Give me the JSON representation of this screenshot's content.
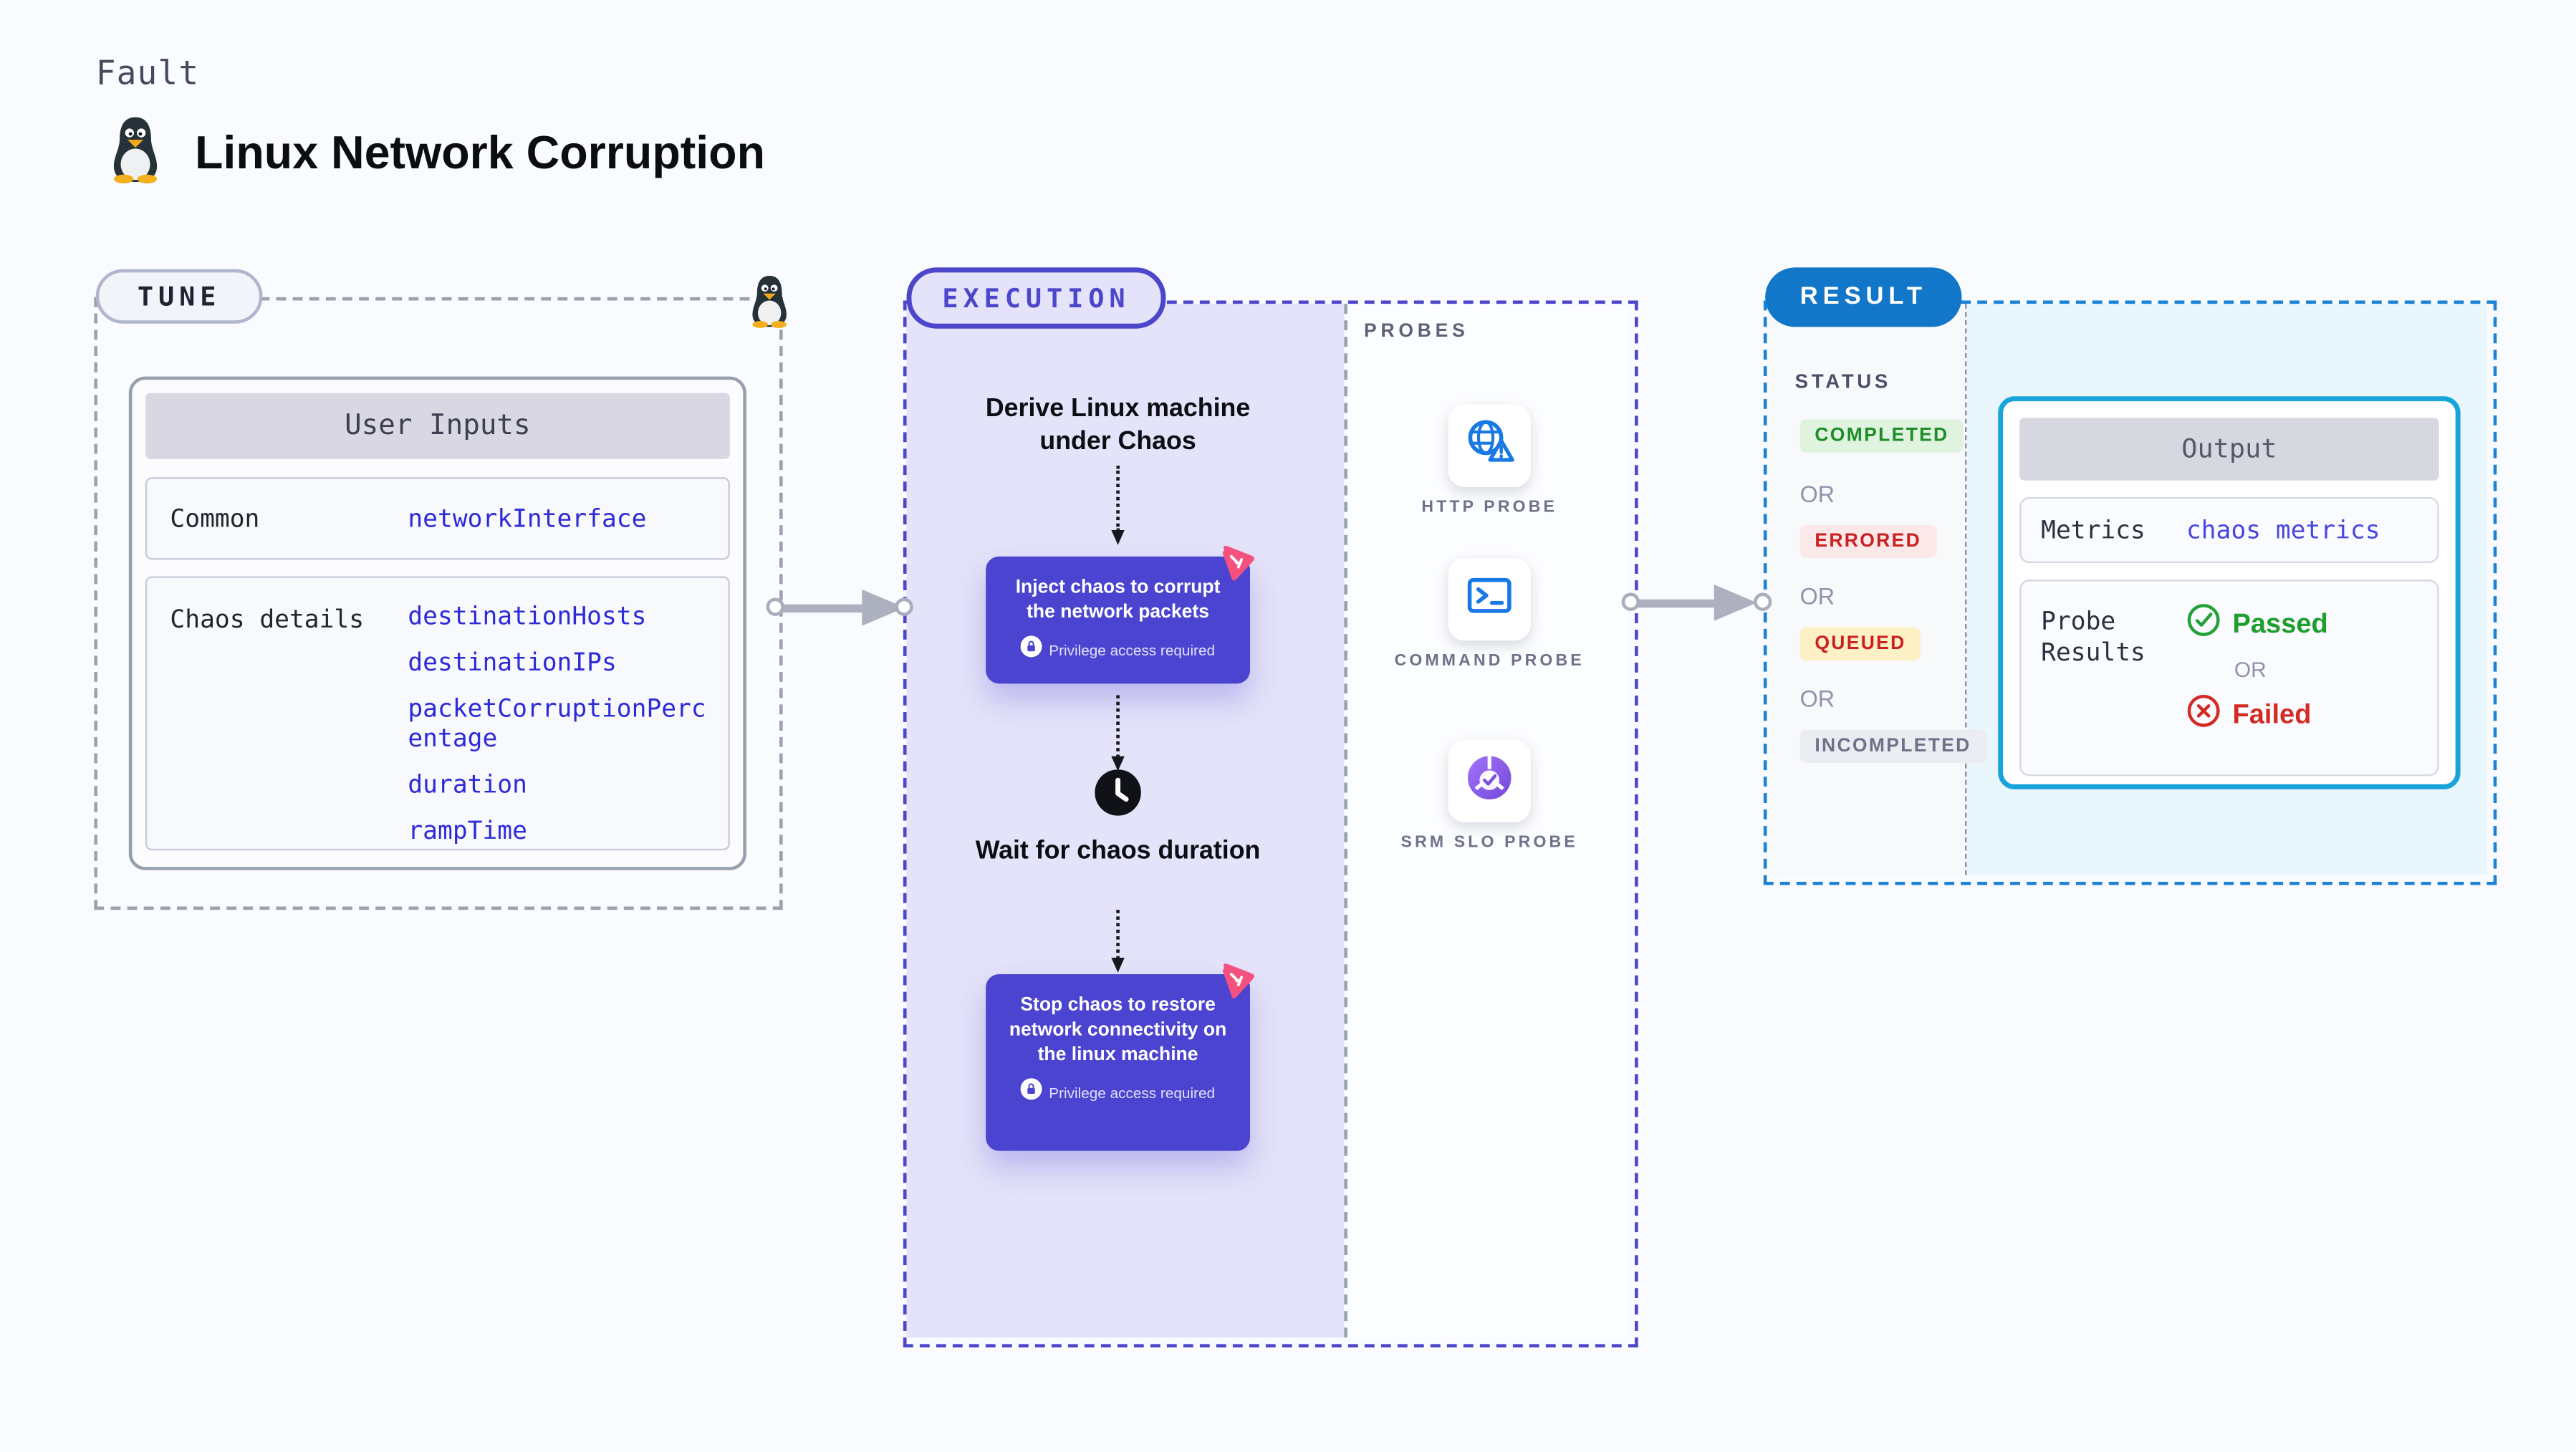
{
  "header": {
    "category": "Fault",
    "title": "Linux Network Corruption"
  },
  "tune": {
    "label": "TUNE",
    "table": {
      "header": "User Inputs",
      "rows": [
        {
          "label": "Common",
          "values": [
            "networkInterface"
          ]
        },
        {
          "label": "Chaos details",
          "values": [
            "destinationHosts",
            "destinationIPs",
            "packetCorruptionPercentage",
            "duration",
            "rampTime"
          ]
        }
      ]
    }
  },
  "execution": {
    "label": "EXECUTION",
    "derive_step": "Derive Linux machine under Chaos",
    "inject_step": "Inject chaos to corrupt the network packets",
    "wait_step": "Wait for chaos duration",
    "stop_step": "Stop chaos to restore network connectivity on the linux machine",
    "privilege_note": "Privilege access required"
  },
  "probes": {
    "label": "PROBES",
    "items": [
      {
        "label": "HTTP PROBE",
        "icon": "globe-alert-icon"
      },
      {
        "label": "COMMAND PROBE",
        "icon": "terminal-icon"
      },
      {
        "label": "SRM SLO PROBE",
        "icon": "slo-donut-icon"
      }
    ]
  },
  "result": {
    "label": "RESULT",
    "status_heading": "STATUS",
    "or_label": "OR",
    "statuses": [
      {
        "label": "COMPLETED",
        "tone": "green"
      },
      {
        "label": "ERRORED",
        "tone": "red"
      },
      {
        "label": "QUEUED",
        "tone": "yellow"
      },
      {
        "label": "INCOMPLETED",
        "tone": "gray"
      }
    ],
    "output": {
      "header": "Output",
      "metrics_label": "Metrics",
      "metrics_value": "chaos metrics",
      "probe_results_label": "Probe Results",
      "passed_label": "Passed",
      "or_label": "OR",
      "failed_label": "Failed"
    }
  },
  "colors": {
    "accent_indigo": "#4c46cb",
    "node_indigo": "#4b44d0",
    "result_blue": "#1277c9",
    "result_dash_blue": "#1b82d6",
    "output_border_cyan": "#18a4da",
    "probe_icon_blue": "#1878e4",
    "srm_purple": "#7c4fe0",
    "chaos_pink": "#f4517f",
    "passed_green": "#1d9e2d",
    "failed_red": "#d42a24",
    "code_blue": "#2d2ad8",
    "lavender_bg": "#e4e3f9",
    "cyan_bg": "#e9f6fb"
  }
}
